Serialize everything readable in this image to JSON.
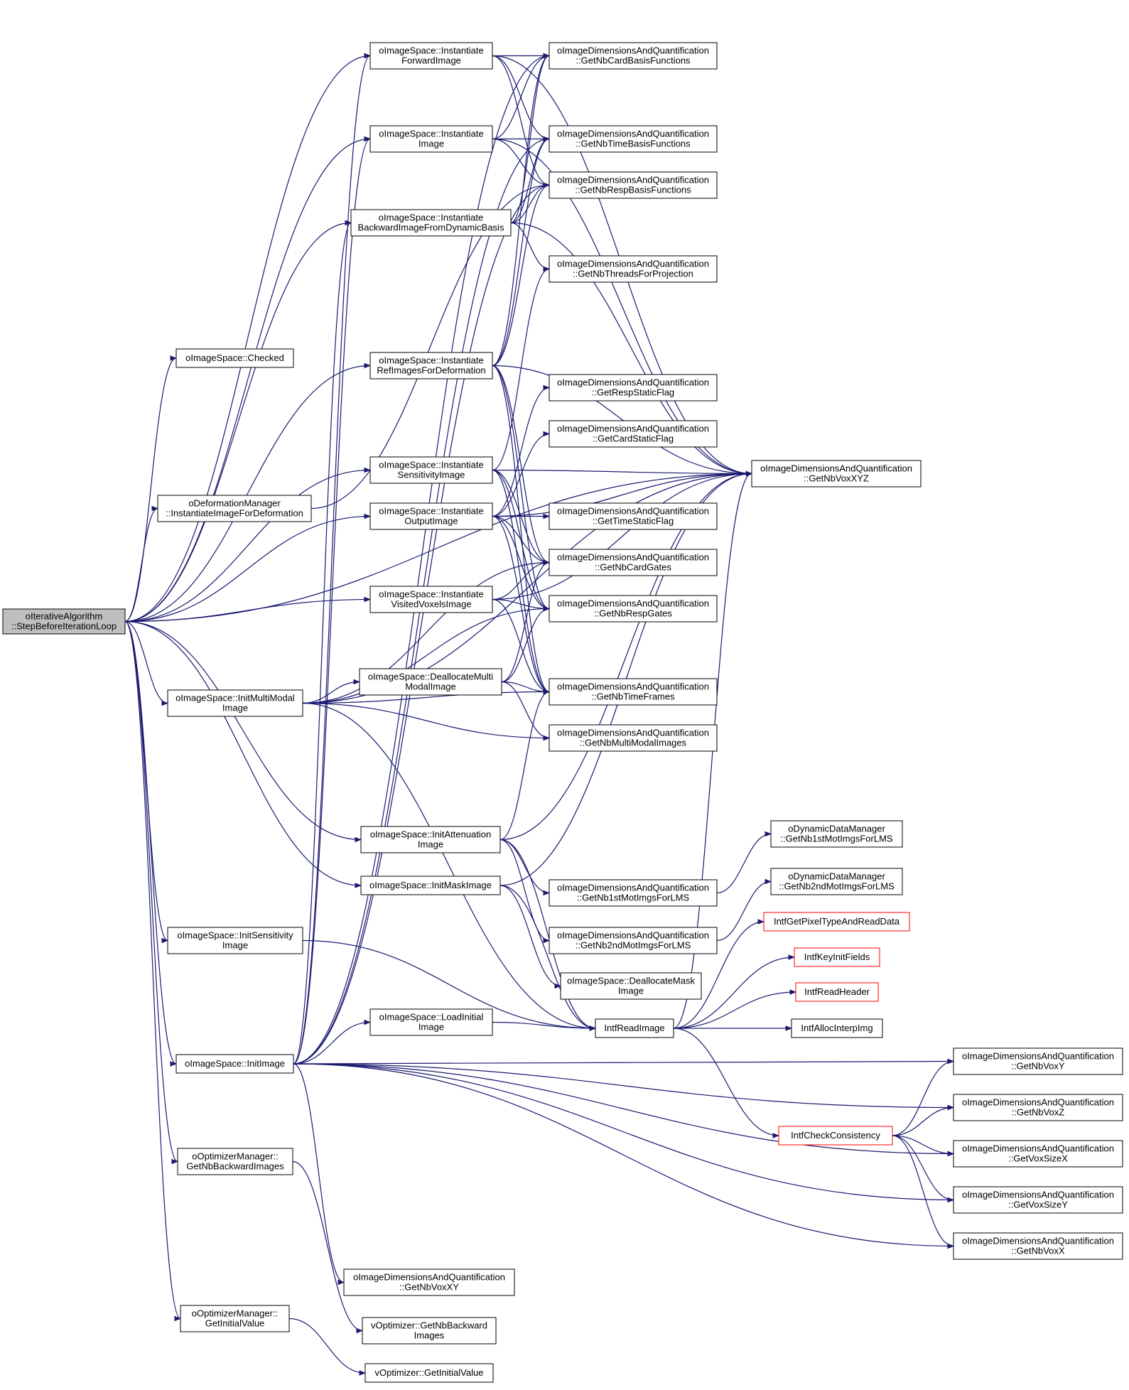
{
  "diagram": {
    "edge_color": "#191970",
    "root_fill": "#bfbfbf",
    "truncated_node_border": "#ff0000",
    "nodes": [
      {
        "id": "root",
        "lines": [
          "oIterativeAlgorithm",
          "::StepBeforeIterationLoop"
        ],
        "kind": "root"
      },
      {
        "id": "checked",
        "lines": [
          "oImageSpace::Checked"
        ]
      },
      {
        "id": "deform",
        "lines": [
          "oDeformationManager",
          "::InstantiateImageForDeformation"
        ]
      },
      {
        "id": "initMM",
        "lines": [
          "oImageSpace::InitMultiModal",
          "Image"
        ]
      },
      {
        "id": "initSens",
        "lines": [
          "oImageSpace::InitSensitivity",
          "Image"
        ]
      },
      {
        "id": "initImg",
        "lines": [
          "oImageSpace::InitImage"
        ]
      },
      {
        "id": "optBack",
        "lines": [
          "oOptimizerManager::",
          "GetNbBackwardImages"
        ]
      },
      {
        "id": "optInit",
        "lines": [
          "oOptimizerManager::",
          "GetInitialValue"
        ]
      },
      {
        "id": "instFwd",
        "lines": [
          "oImageSpace::Instantiate",
          "ForwardImage"
        ]
      },
      {
        "id": "instImg",
        "lines": [
          "oImageSpace::Instantiate",
          "Image"
        ]
      },
      {
        "id": "instBack",
        "lines": [
          "oImageSpace::Instantiate",
          "BackwardImageFromDynamicBasis"
        ]
      },
      {
        "id": "instRef",
        "lines": [
          "oImageSpace::Instantiate",
          "RefImagesForDeformation"
        ]
      },
      {
        "id": "instSens",
        "lines": [
          "oImageSpace::Instantiate",
          "SensitivityImage"
        ]
      },
      {
        "id": "instOut",
        "lines": [
          "oImageSpace::Instantiate",
          "OutputImage"
        ]
      },
      {
        "id": "instVis",
        "lines": [
          "oImageSpace::Instantiate",
          "VisitedVoxelsImage"
        ]
      },
      {
        "id": "deallocMM",
        "lines": [
          "oImageSpace::DeallocateMulti",
          "ModalImage"
        ]
      },
      {
        "id": "initAtt",
        "lines": [
          "oImageSpace::InitAttenuation",
          "Image"
        ]
      },
      {
        "id": "initMask",
        "lines": [
          "oImageSpace::InitMaskImage"
        ]
      },
      {
        "id": "loadInit",
        "lines": [
          "oImageSpace::LoadInitial",
          "Image"
        ]
      },
      {
        "id": "gXY",
        "lines": [
          "oImageDimensionsAndQuantification",
          "::GetNbVoxXY"
        ]
      },
      {
        "id": "vBack",
        "lines": [
          "vOptimizer::GetNbBackward",
          "Images"
        ]
      },
      {
        "id": "vInit",
        "lines": [
          "vOptimizer::GetInitialValue"
        ]
      },
      {
        "id": "gCardBasis",
        "lines": [
          "oImageDimensionsAndQuantification",
          "::GetNbCardBasisFunctions"
        ]
      },
      {
        "id": "gTimeBasis",
        "lines": [
          "oImageDimensionsAndQuantification",
          "::GetNbTimeBasisFunctions"
        ]
      },
      {
        "id": "gRespBasis",
        "lines": [
          "oImageDimensionsAndQuantification",
          "::GetNbRespBasisFunctions"
        ]
      },
      {
        "id": "gThreads",
        "lines": [
          "oImageDimensionsAndQuantification",
          "::GetNbThreadsForProjection"
        ]
      },
      {
        "id": "gRespStatic",
        "lines": [
          "oImageDimensionsAndQuantification",
          "::GetRespStaticFlag"
        ]
      },
      {
        "id": "gCardStatic",
        "lines": [
          "oImageDimensionsAndQuantification",
          "::GetCardStaticFlag"
        ]
      },
      {
        "id": "gTimeStatic",
        "lines": [
          "oImageDimensionsAndQuantification",
          "::GetTimeStaticFlag"
        ]
      },
      {
        "id": "gCardGates",
        "lines": [
          "oImageDimensionsAndQuantification",
          "::GetNbCardGates"
        ]
      },
      {
        "id": "gRespGates",
        "lines": [
          "oImageDimensionsAndQuantification",
          "::GetNbRespGates"
        ]
      },
      {
        "id": "gTimeFrames",
        "lines": [
          "oImageDimensionsAndQuantification",
          "::GetNbTimeFrames"
        ]
      },
      {
        "id": "gMMImgs",
        "lines": [
          "oImageDimensionsAndQuantification",
          "::GetNbMultiModalImages"
        ]
      },
      {
        "id": "g1st",
        "lines": [
          "oImageDimensionsAndQuantification",
          "::GetNb1stMotImgsForLMS"
        ]
      },
      {
        "id": "g2nd",
        "lines": [
          "oImageDimensionsAndQuantification",
          "::GetNb2ndMotImgsForLMS"
        ]
      },
      {
        "id": "deallocMask",
        "lines": [
          "oImageSpace::DeallocateMask",
          "Image"
        ]
      },
      {
        "id": "readImg",
        "lines": [
          "IntfReadImage"
        ]
      },
      {
        "id": "gXYZ",
        "lines": [
          "oImageDimensionsAndQuantification",
          "::GetNbVoxXYZ"
        ]
      },
      {
        "id": "dyn1st",
        "lines": [
          "oDynamicDataManager",
          "::GetNb1stMotImgsForLMS"
        ]
      },
      {
        "id": "dyn2nd",
        "lines": [
          "oDynamicDataManager",
          "::GetNb2ndMotImgsForLMS"
        ]
      },
      {
        "id": "pixType",
        "lines": [
          "IntfGetPixelTypeAndReadData"
        ],
        "kind": "red"
      },
      {
        "id": "keyInit",
        "lines": [
          "IntfKeyInitFields"
        ],
        "kind": "red"
      },
      {
        "id": "readHdr",
        "lines": [
          "IntfReadHeader"
        ],
        "kind": "red"
      },
      {
        "id": "allocInterp",
        "lines": [
          "IntfAllocInterpImg"
        ]
      },
      {
        "id": "checkCons",
        "lines": [
          "IntfCheckConsistency"
        ],
        "kind": "red"
      },
      {
        "id": "gY",
        "lines": [
          "oImageDimensionsAndQuantification",
          "::GetNbVoxY"
        ]
      },
      {
        "id": "gZ",
        "lines": [
          "oImageDimensionsAndQuantification",
          "::GetNbVoxZ"
        ]
      },
      {
        "id": "gSizeX",
        "lines": [
          "oImageDimensionsAndQuantification",
          "::GetVoxSizeX"
        ]
      },
      {
        "id": "gSizeY",
        "lines": [
          "oImageDimensionsAndQuantification",
          "::GetVoxSizeY"
        ]
      },
      {
        "id": "gX",
        "lines": [
          "oImageDimensionsAndQuantification",
          "::GetNbVoxX"
        ]
      }
    ],
    "edges": [
      [
        "root",
        "checked"
      ],
      [
        "root",
        "deform"
      ],
      [
        "root",
        "initMM"
      ],
      [
        "root",
        "initSens"
      ],
      [
        "root",
        "initImg"
      ],
      [
        "root",
        "optBack"
      ],
      [
        "root",
        "optInit"
      ],
      [
        "root",
        "instFwd"
      ],
      [
        "root",
        "instImg"
      ],
      [
        "root",
        "instBack"
      ],
      [
        "root",
        "instRef"
      ],
      [
        "root",
        "instSens"
      ],
      [
        "root",
        "instOut"
      ],
      [
        "root",
        "instVis"
      ],
      [
        "root",
        "initAtt"
      ],
      [
        "root",
        "initMask"
      ],
      [
        "root",
        "gXYZ"
      ],
      [
        "deform",
        "gRespBasis"
      ],
      [
        "initMM",
        "deallocMM"
      ],
      [
        "initMM",
        "gTimeFrames"
      ],
      [
        "initMM",
        "gMMImgs"
      ],
      [
        "initMM",
        "gRespGates"
      ],
      [
        "initMM",
        "gCardGates"
      ],
      [
        "initMM",
        "gXYZ"
      ],
      [
        "initMM",
        "readImg"
      ],
      [
        "initSens",
        "readImg"
      ],
      [
        "initImg",
        "loadInit"
      ],
      [
        "initImg",
        "gXY"
      ],
      [
        "initImg",
        "gY"
      ],
      [
        "initImg",
        "gZ"
      ],
      [
        "initImg",
        "gSizeX"
      ],
      [
        "initImg",
        "gSizeY"
      ],
      [
        "initImg",
        "gX"
      ],
      [
        "initImg",
        "instFwd"
      ],
      [
        "initImg",
        "instImg"
      ],
      [
        "initImg",
        "instBack"
      ],
      [
        "initImg",
        "gCardBasis"
      ],
      [
        "initImg",
        "gTimeBasis"
      ],
      [
        "initImg",
        "gRespBasis"
      ],
      [
        "optBack",
        "vBack"
      ],
      [
        "optInit",
        "vInit"
      ],
      [
        "instFwd",
        "gCardBasis"
      ],
      [
        "instFwd",
        "gTimeBasis"
      ],
      [
        "instFwd",
        "gRespBasis"
      ],
      [
        "instFwd",
        "gXYZ"
      ],
      [
        "instImg",
        "gCardBasis"
      ],
      [
        "instImg",
        "gTimeBasis"
      ],
      [
        "instImg",
        "gRespBasis"
      ],
      [
        "instImg",
        "gXYZ"
      ],
      [
        "instBack",
        "gCardBasis"
      ],
      [
        "instBack",
        "gTimeBasis"
      ],
      [
        "instBack",
        "gRespBasis"
      ],
      [
        "instBack",
        "gThreads"
      ],
      [
        "instBack",
        "gXYZ"
      ],
      [
        "instRef",
        "gCardBasis"
      ],
      [
        "instRef",
        "gTimeBasis"
      ],
      [
        "instRef",
        "gRespBasis"
      ],
      [
        "instRef",
        "gTimeFrames"
      ],
      [
        "instRef",
        "gRespGates"
      ],
      [
        "instRef",
        "gCardGates"
      ],
      [
        "instRef",
        "gXYZ"
      ],
      [
        "instSens",
        "gThreads"
      ],
      [
        "instSens",
        "gTimeFrames"
      ],
      [
        "instSens",
        "gRespGates"
      ],
      [
        "instSens",
        "gCardGates"
      ],
      [
        "instSens",
        "gXYZ"
      ],
      [
        "instOut",
        "gRespStatic"
      ],
      [
        "instOut",
        "gCardStatic"
      ],
      [
        "instOut",
        "gTimeStatic"
      ],
      [
        "instOut",
        "gCardGates"
      ],
      [
        "instOut",
        "gRespGates"
      ],
      [
        "instOut",
        "gTimeFrames"
      ],
      [
        "instOut",
        "gXYZ"
      ],
      [
        "instVis",
        "gCardGates"
      ],
      [
        "instVis",
        "gRespGates"
      ],
      [
        "instVis",
        "gTimeFrames"
      ],
      [
        "instVis",
        "gXYZ"
      ],
      [
        "deallocMM",
        "gTimeFrames"
      ],
      [
        "deallocMM",
        "gMMImgs"
      ],
      [
        "deallocMM",
        "gRespGates"
      ],
      [
        "deallocMM",
        "gCardGates"
      ],
      [
        "initAtt",
        "gTimeFrames"
      ],
      [
        "initAtt",
        "gXYZ"
      ],
      [
        "initAtt",
        "g1st"
      ],
      [
        "initAtt",
        "g2nd"
      ],
      [
        "initAtt",
        "readImg"
      ],
      [
        "initMask",
        "deallocMask"
      ],
      [
        "initMask",
        "gXYZ"
      ],
      [
        "initMask",
        "readImg"
      ],
      [
        "loadInit",
        "readImg"
      ],
      [
        "g1st",
        "dyn1st"
      ],
      [
        "g2nd",
        "dyn2nd"
      ],
      [
        "readImg",
        "pixType"
      ],
      [
        "readImg",
        "keyInit"
      ],
      [
        "readImg",
        "readHdr"
      ],
      [
        "readImg",
        "allocInterp"
      ],
      [
        "readImg",
        "checkCons"
      ],
      [
        "readImg",
        "gXYZ"
      ],
      [
        "checkCons",
        "gY"
      ],
      [
        "checkCons",
        "gZ"
      ],
      [
        "checkCons",
        "gSizeX"
      ],
      [
        "checkCons",
        "gSizeY"
      ],
      [
        "checkCons",
        "gX"
      ]
    ]
  }
}
